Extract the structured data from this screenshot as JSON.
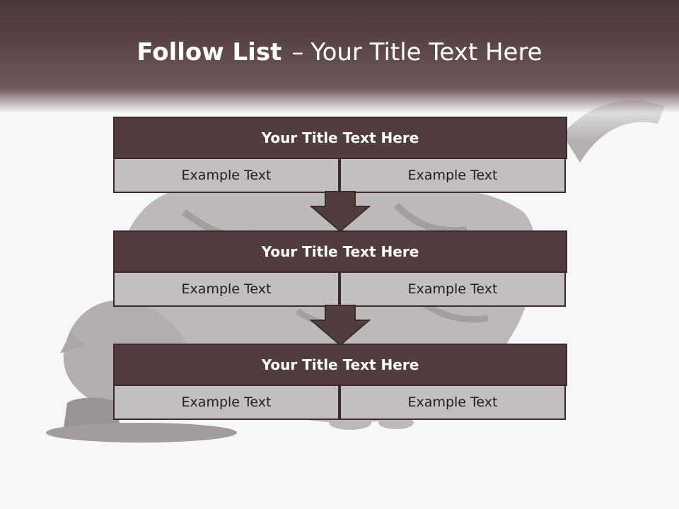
{
  "slide": {
    "title_bold": "Follow List",
    "title_separator": "–",
    "title_rest": "Your Title Text Here"
  },
  "steps": [
    {
      "title": "Your Title Text Here",
      "left_text": "Example Text",
      "right_text": "Example Text"
    },
    {
      "title": "Your Title Text Here",
      "left_text": "Example Text",
      "right_text": "Example Text"
    },
    {
      "title": "Your Title Text Here",
      "left_text": "Example Text",
      "right_text": "Example Text"
    }
  ],
  "colors": {
    "title_band": "#5a4546",
    "box_header": "#513d3e",
    "box_cell": "#c3bfbe",
    "border": "#3b2b2c"
  },
  "icons": {
    "connector": "down-arrow-icon",
    "background": "cat-eating-photo"
  }
}
